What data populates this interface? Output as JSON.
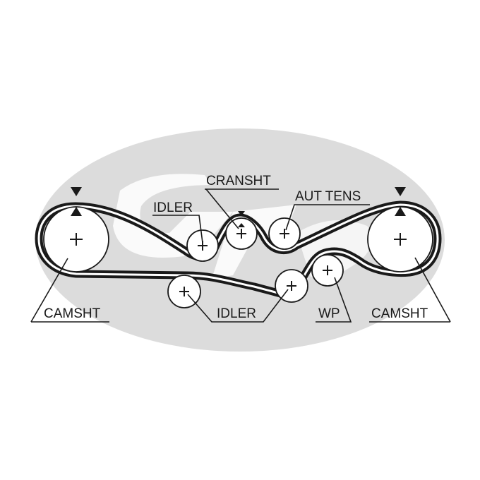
{
  "colors": {
    "ink": "#1a1a1a",
    "watermark": "#dcdcdc",
    "background": "#ffffff"
  },
  "watermark": {
    "icon": "gates-logo-watermark"
  },
  "labels": {
    "cranksht": "CRANSHT",
    "idler_top": "IDLER",
    "aut_tens": "AUT TENS",
    "camsht_left": "CAMSHT",
    "idler_bottom": "IDLER",
    "wp": "WP",
    "camsht_right": "CAMSHT"
  },
  "timing_marks": {
    "icon": "timing-mark-triangle"
  }
}
